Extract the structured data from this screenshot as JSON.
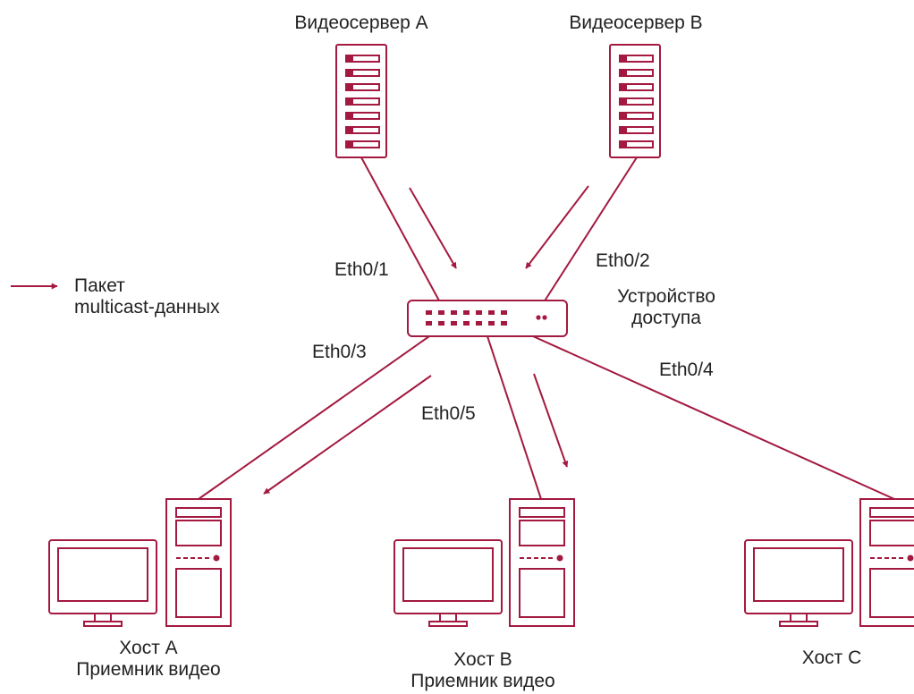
{
  "servers": {
    "a": "Видеосервер A",
    "b": "Видеосервер B"
  },
  "ports": {
    "eth01": "Eth0/1",
    "eth02": "Eth0/2",
    "eth03": "Eth0/3",
    "eth04": "Eth0/4",
    "eth05": "Eth0/5"
  },
  "access_device": {
    "line1": "Устройство",
    "line2": "доступа"
  },
  "legend": {
    "line1": "Пакет",
    "line2": "multicast-данных"
  },
  "hosts": {
    "a": {
      "name": "Хост A",
      "role": "Приемник видео"
    },
    "b": {
      "name": "Хост B",
      "role": "Приемник видео"
    },
    "c": {
      "name": "Хост C"
    }
  },
  "colors": {
    "accent": "#a3193f",
    "text": "#222222"
  }
}
